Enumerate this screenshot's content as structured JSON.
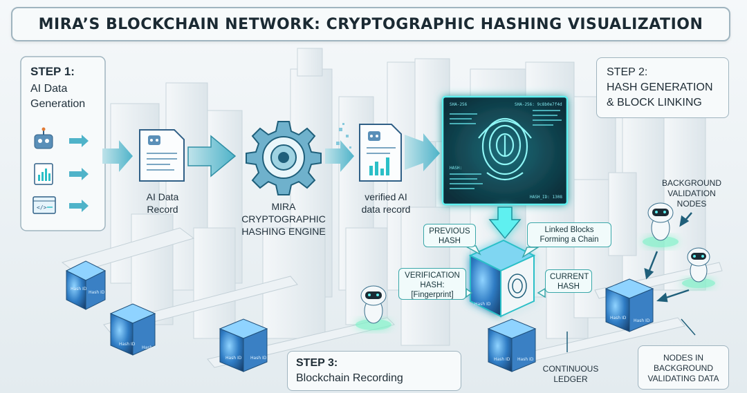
{
  "title": "MIRA’S BLOCKCHAIN NETWORK: CRYPTOGRAPHIC HASHING VISUALIZATION",
  "step1": {
    "title": "STEP 1:",
    "line1": "AI Data",
    "line2": "Generation"
  },
  "step2": {
    "title": "STEP 2:",
    "line1": "HASH GENERATION",
    "line2": "& BLOCK LINKING"
  },
  "step3": {
    "title": "STEP 3:",
    "line1": "Blockchain Recording"
  },
  "labels": {
    "ai_record_1": "AI Data",
    "ai_record_2": "Record",
    "engine_1": "MIRA",
    "engine_2": "CRYPTOGRAPHIC",
    "engine_3": "HASHING ENGINE",
    "verified_1": "verified AI",
    "verified_2": "data record",
    "bg_nodes_1": "BACKGROUND",
    "bg_nodes_2": "VALIDATION",
    "bg_nodes_3": "NODES",
    "ledger_1": "CONTINUOUS",
    "ledger_2": "LEDGER",
    "nodes_bg_1": "NODES IN",
    "nodes_bg_2": "BACKGROUND",
    "nodes_bg_3": "VALIDATING DATA"
  },
  "tags": {
    "previous_1": "PREVIOUS",
    "previous_2": "HASH",
    "linked_1": "Linked Blocks",
    "linked_2": "Forming a Chain",
    "verification_1": "VERIFICATION",
    "verification_2": "HASH:",
    "verification_3": "[Fingerprint]",
    "current_1": "CURRENT",
    "current_2": "HASH"
  },
  "screen_text": {
    "sha_left": "SHA-256",
    "sha_right": "SHA-256: 9c8b0e7f4d",
    "hash_id": "HASH_ID: 1308",
    "hash": "HASH:"
  },
  "block_labels": [
    "Hash ID",
    "Hash ID",
    "Hash ID",
    "Hash ID",
    "Hash ID",
    "Hash ID",
    "Hash ID",
    "Hash ID",
    "Hash ID",
    "Hash ID",
    "Hash ID"
  ],
  "colors": {
    "accent": "#2bbfc7",
    "glow": "#5ff0f0",
    "outline": "#9fb4bf",
    "dark": "#1b2a33",
    "blue_block": "#2b6fb8"
  },
  "icons": [
    "robot-icon",
    "chart-document-icon",
    "code-window-icon",
    "gear-icon",
    "fingerprint-icon",
    "chain-link-icon",
    "blocks-icon"
  ]
}
